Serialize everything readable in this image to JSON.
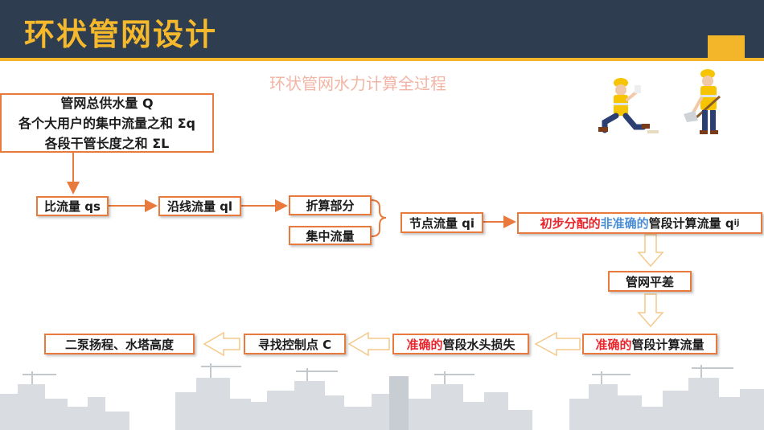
{
  "header": {
    "title": "环状管网设计"
  },
  "subtitle": "环状管网水力计算全过程",
  "boxes": {
    "supply": {
      "line1": "管网总供水量 Q",
      "line2": "各个大用户的集中流量之和 Σq",
      "line3": "各段干管长度之和 ΣL"
    },
    "specific_flow": "比流量 qs",
    "line_flow": "沿线流量 ql",
    "convert_part": "折算部分",
    "concentrated_flow": "集中流量",
    "node_flow": "节点流量 qi",
    "initial_flow": {
      "part1": "初步分配的",
      "part2": "非准确的",
      "part3": "管段计算流量 q",
      "part4": "ij"
    },
    "balance": "管网平差",
    "exact_flow": {
      "part1": "准确的",
      "part2": "管段计算流量"
    },
    "exact_headloss": {
      "part1": "准确的",
      "part2": "管段水头损失"
    },
    "control_point": "寻找控制点 C",
    "pump_tower": "二泵扬程、水塔高度"
  },
  "colors": {
    "header_bg": "#2e3d4f",
    "accent": "#f3b52a",
    "box_border": "#e97a3e",
    "arrow": "#e97a3e",
    "hollow_arrow": "#f4c98a",
    "emphasis_red": "#e8262c",
    "emphasis_blue": "#4a8fd6"
  }
}
